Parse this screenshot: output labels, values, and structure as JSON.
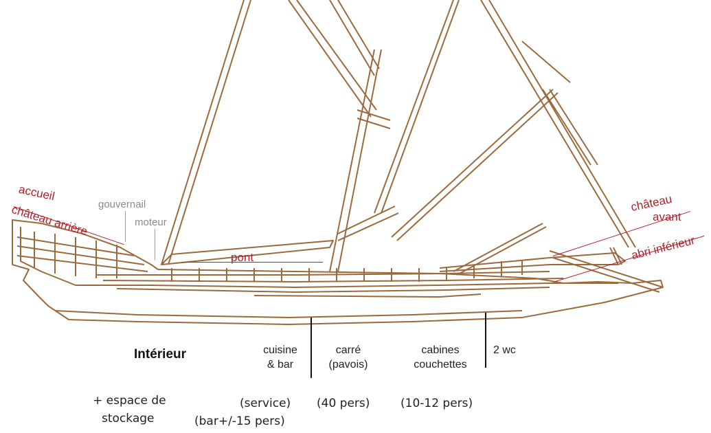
{
  "labels": {
    "accueil": "accueil",
    "chateau_arriere": "château arrière",
    "gouvernail": "gouvernail",
    "moteur": "moteur",
    "pont": "pont",
    "chateau": "château",
    "avant": "avant",
    "abri_inferieur": "abri inférieur"
  },
  "interior": {
    "title": "Intérieur",
    "zones": [
      {
        "name_1": "cuisine",
        "name_2": "& bar",
        "capacity_1": "(service)",
        "capacity_2": "(bar+/-15 pers)"
      },
      {
        "name_1": "carré",
        "name_2": "(pavois)",
        "capacity_1": "(40 pers)"
      },
      {
        "name_1": "cabines",
        "name_2": "couchettes",
        "capacity_1": "(10-12 pers)"
      },
      {
        "name_1": "2 wc"
      }
    ],
    "storage_1": "+ espace de",
    "storage_2": "stockage"
  },
  "colors": {
    "hull_stroke": "#9b6a3c",
    "label_red": "#b0222a",
    "label_grey": "#8a8a8a",
    "text_black": "#222222"
  }
}
